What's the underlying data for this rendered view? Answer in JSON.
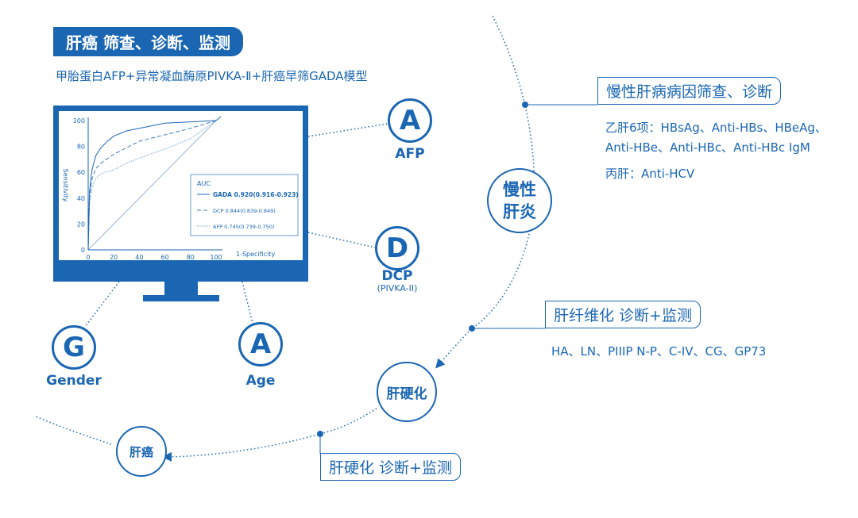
{
  "header": {
    "title": "肝癌 筛查、诊断、监测",
    "subtitle": "甲胎蛋白AFP+异常凝血酶原PIVKA-Ⅱ+肝癌早筛GADA模型"
  },
  "chronic": {
    "title": "慢性肝病病因筛查、诊断",
    "line1": "乙肝6项：HBsAg、Anti-HBs、HBeAg、",
    "line2": "Anti-HBe、Anti-HBc、Anti-HBc IgM",
    "line3": "丙肝：Anti-HCV"
  },
  "fibrosis": {
    "title": "肝纤维化 诊断+监测",
    "markers": "HA、LN、PIIIP N-P、C-IV、CG、GP73"
  },
  "cirrhosis_box": {
    "title": "肝硬化  诊断+监测"
  },
  "stages": {
    "hepatitis_l1": "慢性",
    "hepatitis_l2": "肝炎",
    "cirrhosis": "肝硬化",
    "cancer": "肝癌"
  },
  "icons": {
    "afp": {
      "glyph": "A",
      "label": "AFP"
    },
    "dcp": {
      "glyph": "D",
      "label": "DCP",
      "sub": "(PIVKA-II)"
    },
    "gender": {
      "glyph": "G",
      "label": "Gender"
    },
    "age": {
      "glyph": "A",
      "label": "Age"
    }
  },
  "colors": {
    "primary": "#1a66b3"
  },
  "chart_data": {
    "type": "line",
    "xlabel": "1-Specificity",
    "ylabel": "Sensitivity",
    "xlim": [
      0,
      100
    ],
    "ylim": [
      0,
      100
    ],
    "xticks": [
      0,
      20,
      40,
      60,
      80,
      100
    ],
    "yticks": [
      0,
      20,
      40,
      60,
      80,
      100
    ],
    "legend_title": "AUC",
    "legend_placement": "bottom-right",
    "series": [
      {
        "name": "GADA 0.920(0.916-0.923)",
        "style": "solid",
        "x": [
          0,
          1,
          3,
          6,
          10,
          15,
          20,
          30,
          40,
          60,
          80,
          100
        ],
        "y": [
          0,
          45,
          62,
          73,
          79,
          84,
          88,
          92,
          94,
          98,
          99,
          100
        ]
      },
      {
        "name": "DCP 0.844(0.839-0.849)",
        "style": "dashed",
        "x": [
          0,
          1,
          3,
          6,
          10,
          20,
          30,
          40,
          60,
          80,
          100
        ],
        "y": [
          0,
          40,
          55,
          63,
          67,
          74,
          79,
          84,
          89,
          94,
          100
        ]
      },
      {
        "name": "AFP 0.745(0.739-0.750)",
        "style": "dotted",
        "x": [
          0,
          1,
          3,
          6,
          10,
          20,
          30,
          40,
          60,
          80,
          100
        ],
        "y": [
          0,
          35,
          48,
          55,
          59,
          62,
          67,
          71,
          78,
          86,
          100
        ]
      },
      {
        "name": "reference",
        "style": "diagonal",
        "x": [
          0,
          100
        ],
        "y": [
          0,
          100
        ]
      }
    ]
  }
}
